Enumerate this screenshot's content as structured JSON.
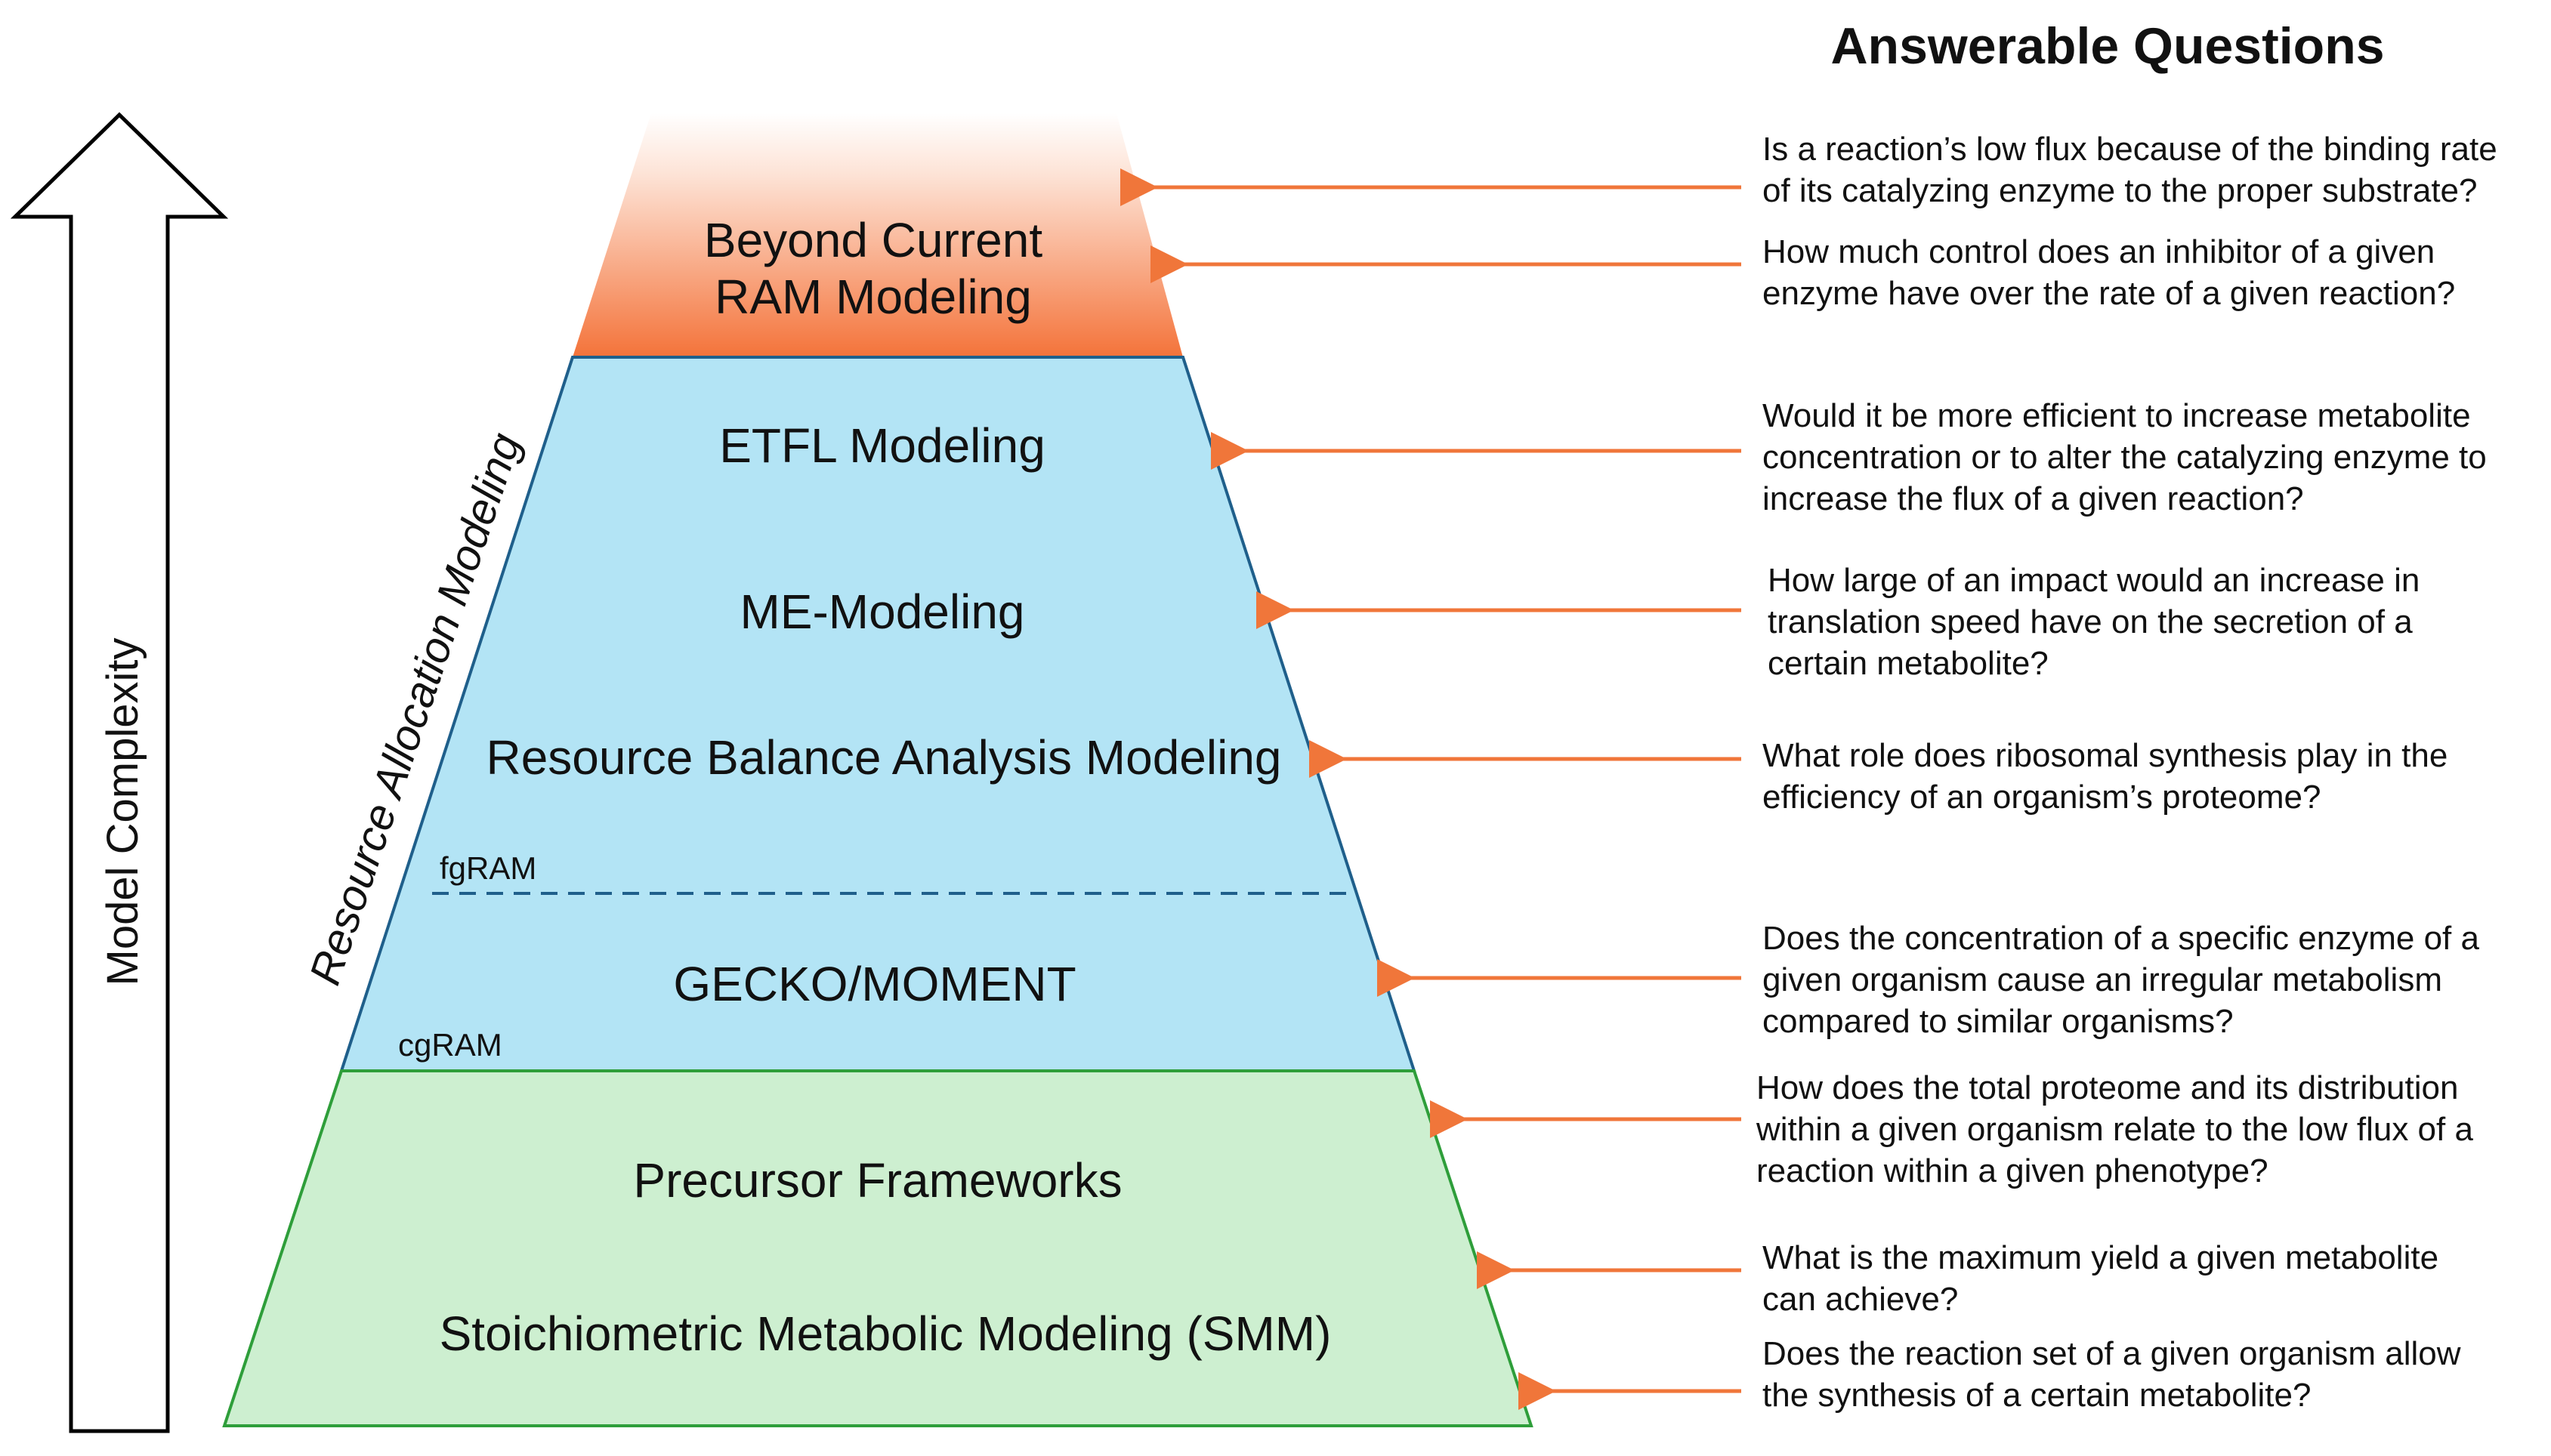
{
  "heading": "Answerable Questions",
  "axis_label": "Model Complexity",
  "diagonal_label": "Resource Allocation Modeling",
  "layers": {
    "beyond": [
      "Beyond Current",
      "RAM Modeling"
    ],
    "etfl": "ETFL Modeling",
    "me": "ME-Modeling",
    "rba": "Resource Balance Analysis Modeling",
    "gecko": "GECKO/MOMENT",
    "precursor": "Precursor Frameworks",
    "smm": "Stoichiometric Metabolic Modeling (SMM)"
  },
  "tier_tags": {
    "fg": "fgRAM",
    "cg": "cgRAM"
  },
  "questions": [
    [
      "Is a reaction’s low flux because of the binding rate",
      "of its catalyzing enzyme to the proper substrate?"
    ],
    [
      "How much control does an inhibitor of a given",
      "enzyme have over the rate of a given reaction?"
    ],
    [
      "Would it be more efficient to increase metabolite",
      "concentration or to alter the catalyzing enzyme to",
      "increase the flux of a given reaction?"
    ],
    [
      "How large of an impact would an increase in",
      "translation speed have on the secretion of a",
      "certain metabolite?"
    ],
    [
      "What role does ribosomal synthesis play in the",
      "efficiency of an organism’s proteome?"
    ],
    [
      "Does the concentration of a specific enzyme of a",
      "given organism cause an irregular metabolism",
      "compared to similar organisms?"
    ],
    [
      "How does the total proteome and its distribution",
      "within a given organism relate to the low flux of a",
      "reaction within a given phenotype?"
    ],
    [
      "What is the maximum yield a given metabolite",
      "can achieve?"
    ],
    [
      "Does the reaction set of a given organism allow",
      "the synthesis of a certain metabolite?"
    ]
  ],
  "colors": {
    "top_orange": "#f4733a",
    "ram_blue": "#b3e4f5",
    "ram_border": "#1f5f8b",
    "base_green": "#cdefd0",
    "base_border": "#2e9e3a",
    "arrow": "#f0763a"
  }
}
